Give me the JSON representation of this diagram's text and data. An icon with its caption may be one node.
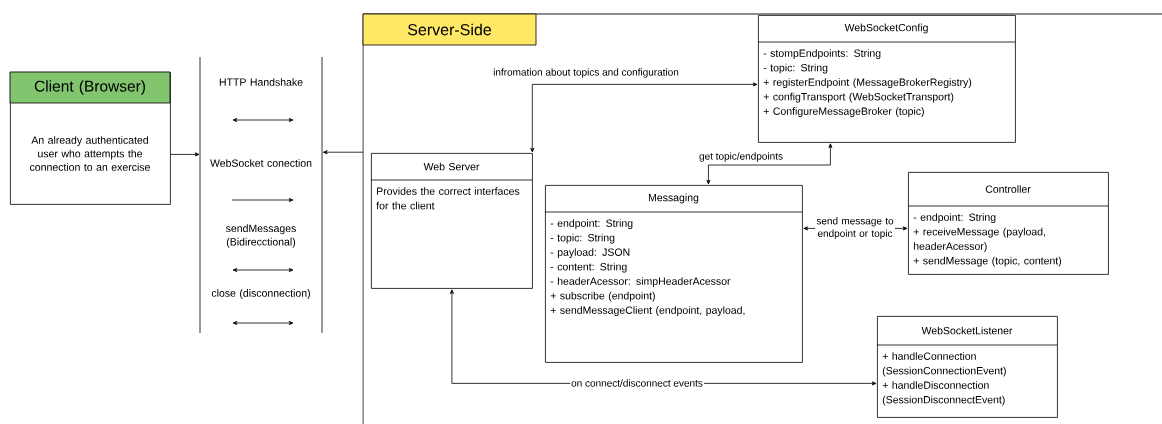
{
  "diagram": {
    "nodes": [
      {
        "text": [
          "Server-Side"
        ]
      },
      {
        "text": [
          "Client (Browser)",
          "An already authenticated user who attempts the connection to an exercise"
        ]
      },
      {
        "text": [
          "HTTP Handshake",
          "WebSocket conection",
          "sendMessages (Bidirecctional)",
          "close (disconnection)"
        ]
      },
      {
        "text": [
          "Web Server",
          "Provides the correct interfaces for the client"
        ],
        "in": 0
      },
      {
        "text": [
          "WebSocketConfig",
          "- stompEndpoints: String",
          "- topic: String",
          "+ registerEndpoint (MessageBrokerRegistry)",
          "+ configTransport (WebSocketTransport)",
          "+ ConfigureMessageBroker (topic)"
        ],
        "in": 0
      },
      {
        "text": [
          "Messaging",
          "- endpoint: String",
          "- topic: String",
          "- payload: JSON",
          "- content: String",
          "- headerAcessor: simpHeaderAcessor",
          "+ subscribe (endpoint)",
          "+ sendMessageClient (endpoint, payload,"
        ],
        "in": 0
      },
      {
        "text": [
          "Controller",
          "- endpoint: String",
          "+ receiveMessage (payload, headerAcessor)",
          "+ sendMessage (topic, content)"
        ],
        "in": 0
      },
      {
        "text": [
          "WebSocketListener",
          "+ handleConnection (SessionConnectionEvent)",
          "+ handleDisconnection (SessionDisconnectEvent)"
        ],
        "in": 0
      }
    ],
    "edges": [
      {
        "from": 1,
        "to": 2,
        "arrow": "to"
      },
      {
        "from": 0,
        "to": 2,
        "arrow": "to"
      },
      {
        "from": 3,
        "to": 4,
        "arrow": "both",
        "label": "infromation about topics and configuration"
      },
      {
        "from": 5,
        "to": 4,
        "arrow": "both",
        "label": "get topic/endpoints"
      },
      {
        "from": 5,
        "to": 6,
        "arrow": "both",
        "label": "send message to endpoint or topic"
      },
      {
        "from": 3,
        "to": 7,
        "arrow": "both",
        "label": "on connect/disconnect events"
      }
    ]
  }
}
